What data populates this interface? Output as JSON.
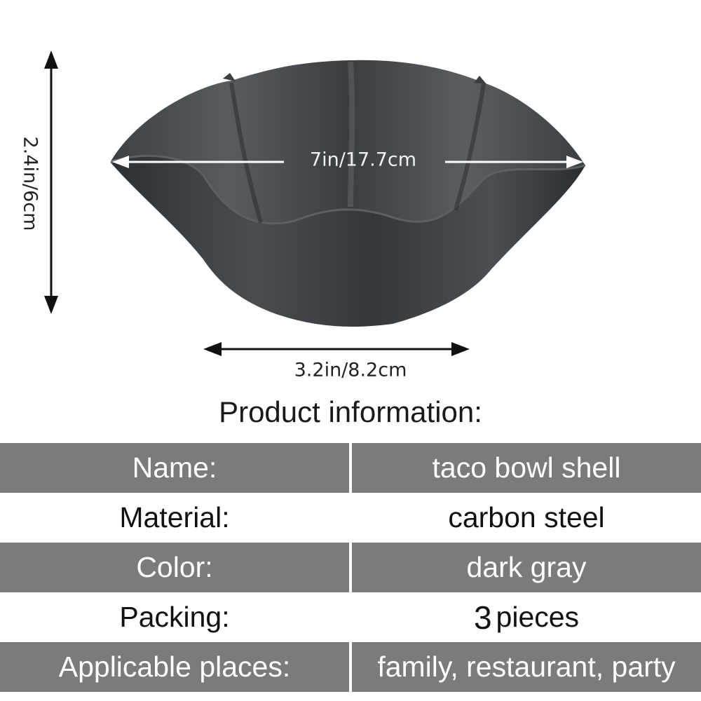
{
  "dimensions": {
    "height": "2.4in/6cm",
    "width": "7in/17.7cm",
    "base": "3.2in/8.2cm"
  },
  "info": {
    "title": "Product information:",
    "rows": [
      {
        "label": "Name:",
        "value": "taco bowl shell"
      },
      {
        "label": "Material:",
        "value": "carbon steel"
      },
      {
        "label": "Color:",
        "value": "dark gray"
      },
      {
        "label": "Packing:",
        "value_number": "3",
        "value_unit": "pieces"
      },
      {
        "label": "Applicable places:",
        "value": "family, restaurant, party"
      }
    ]
  },
  "colors": {
    "table_dark": "#7b7b7b",
    "bowl": "#3a3d41"
  }
}
